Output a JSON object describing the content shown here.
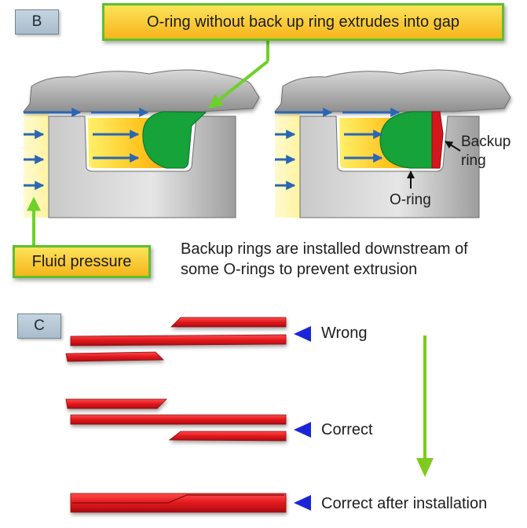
{
  "panel_b": {
    "label": "B",
    "callout_top": "O-ring without back up ring extrudes into gap",
    "callout_fluid": "Fluid pressure",
    "label_backup_line1": "Backup",
    "label_backup_line2": "ring",
    "label_oring": "O-ring",
    "caption_line1": "Backup rings are installed downstream of",
    "caption_line2": "some O-rings to prevent extrusion"
  },
  "panel_c": {
    "label": "C",
    "rows": [
      {
        "label": "Wrong"
      },
      {
        "label": "Correct"
      },
      {
        "label": "Correct after installation"
      }
    ]
  },
  "colors": {
    "metal": "#b9b9b9",
    "fluid_yellow": "#ffd21f",
    "fluid_orange": "#f59a1b",
    "oring_green": "#15a33a",
    "backup_red": "#d4171c",
    "arrow_blue": "#2a66b5",
    "callout_border": "#5cc12d",
    "indicator_blue": "#1b25d8",
    "down_arrow_green": "#7ccb1d"
  }
}
